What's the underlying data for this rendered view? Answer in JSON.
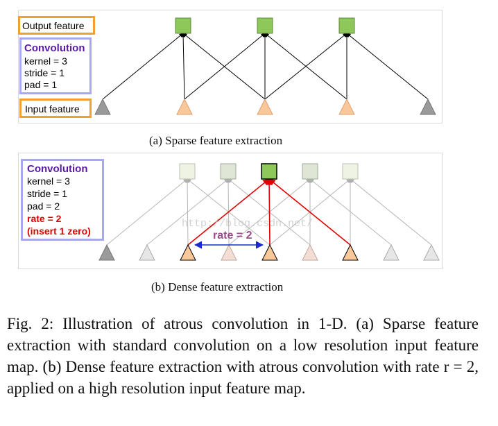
{
  "panel_a": {
    "output_label": "Output feature",
    "input_label": "Input feature",
    "conv_title": "Convolution",
    "params": [
      "kernel = 3",
      "stride = 1",
      "pad = 1"
    ],
    "caption": "(a) Sparse feature extraction"
  },
  "panel_b": {
    "conv_title": "Convolution",
    "params": [
      "kernel = 3",
      "stride = 1",
      "pad = 2"
    ],
    "params_red": [
      "rate = 2",
      "(insert 1 zero)"
    ],
    "rate_label": "rate = 2",
    "watermark": "http://blog.csdn.net/",
    "caption": "(b) Dense feature extraction"
  },
  "figure_caption": "Fig. 2: Illustration of atrous convolution in 1-D. (a) Sparse feature extraction with standard convolution on a low resolution input feature map. (b) Dense feature extraction with atrous convolution with rate r = 2, applied on a high resolution input feature map.",
  "colors": {
    "output_green": "#8ec85a",
    "output_faded": "#e8f0dc",
    "input_orange": "#f8c898",
    "pad_gray": "#9a9a9a",
    "red_edge": "#e00000",
    "rate_blue": "#1a2acc",
    "rate_text": "#9a4a8a",
    "label_border_orange": "#f0a030",
    "conv_border_purple": "#a8a8f0"
  }
}
